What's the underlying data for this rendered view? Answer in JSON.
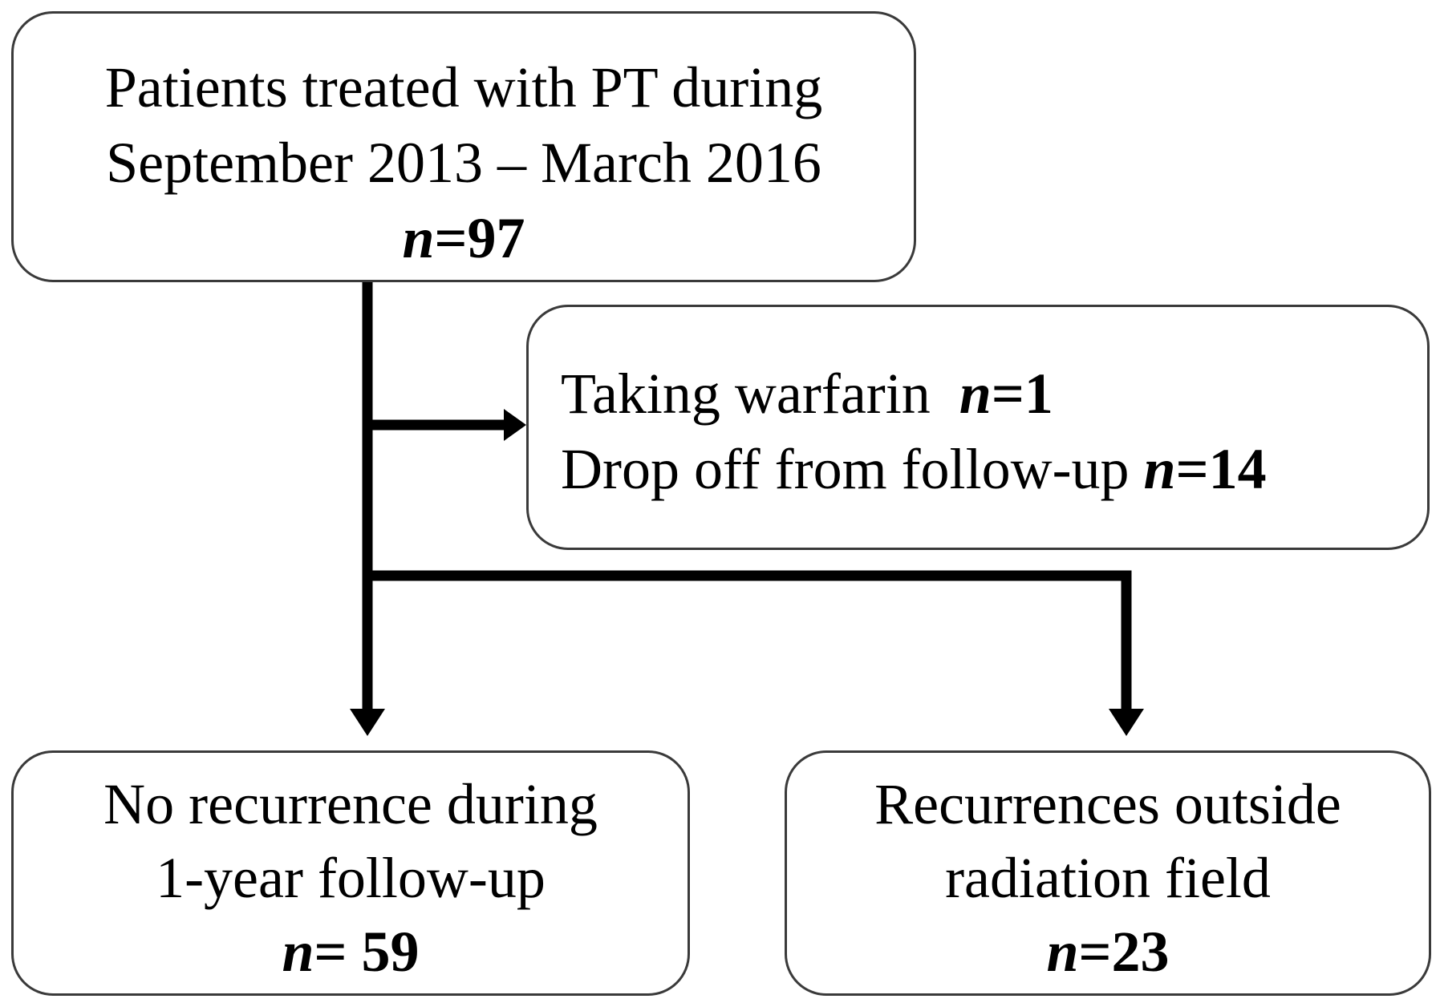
{
  "top_box": {
    "line1": "Patients treated with PT during",
    "line2": "September 2013 – March 2016",
    "n_label": "n",
    "n_value": "=97"
  },
  "excluded_box": {
    "item1_text": "Taking warfarin",
    "item1_n_label": "n",
    "item1_n_value": "=1",
    "item2_text": "Drop off from follow-up",
    "item2_n_label": "n",
    "item2_n_value": "=14"
  },
  "bottom_left_box": {
    "line1": "No recurrence during",
    "line2": "1-year follow-up",
    "n_label": "n",
    "n_value": "= 59"
  },
  "bottom_right_box": {
    "line1": "Recurrences outside",
    "line2": "radiation field",
    "n_label": "n",
    "n_value": "=23"
  },
  "colors": {
    "box_border": "#3a3a3a",
    "connector": "#000000",
    "text": "#000000"
  }
}
